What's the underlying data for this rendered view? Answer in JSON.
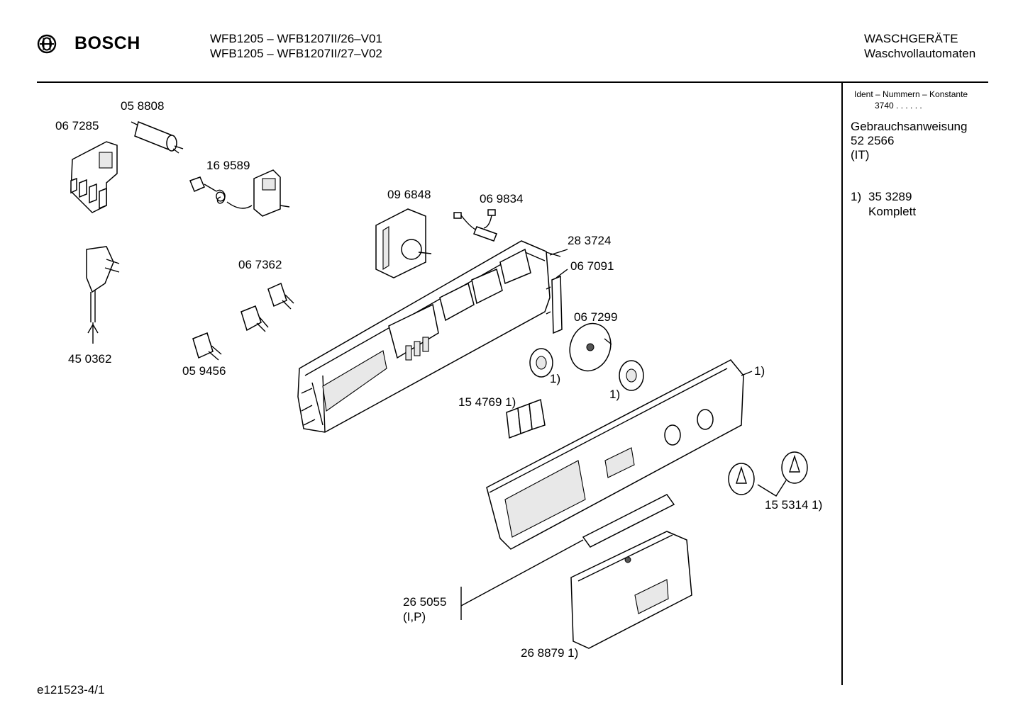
{
  "header": {
    "brand": "BOSCH",
    "model_lines": [
      "WFB1205 – WFB1207II/26–V01",
      "WFB1205 – WFB1207II/27–V02"
    ],
    "category_lines": [
      "WASCHGERÄTE",
      "Waschvollautomaten"
    ]
  },
  "sidebar": {
    "ident_label": "Ident – Nummern – Konstante",
    "ident_value": "3740 .  .    .  .  .  .",
    "manual_title": "Gebrauchsanweisung",
    "manual_number": "52 2566",
    "manual_lang": "(IT)",
    "note_marker": "1)",
    "note_number": "35 3289",
    "note_text": "Komplett"
  },
  "parts": [
    {
      "label": "05 8808"
    },
    {
      "label": "06 7285"
    },
    {
      "label": "16 9589"
    },
    {
      "label": "09 6848"
    },
    {
      "label": "06 9834"
    },
    {
      "label": "28 3724"
    },
    {
      "label": "06 7091"
    },
    {
      "label": "06 7362"
    },
    {
      "label": "06 7299"
    },
    {
      "label": "45 0362"
    },
    {
      "label": "05 9456"
    },
    {
      "label": "1)"
    },
    {
      "label": "1)"
    },
    {
      "label": "1)"
    },
    {
      "label": "15 4769 1)"
    },
    {
      "label": "15 5314 1)"
    },
    {
      "label": "26 5055"
    },
    {
      "label": "(I,P)"
    },
    {
      "label": "26 8879 1)"
    }
  ],
  "footer": {
    "doc_id": "e121523-4/1"
  },
  "icons": {
    "logo": "bosch-armature-icon"
  }
}
